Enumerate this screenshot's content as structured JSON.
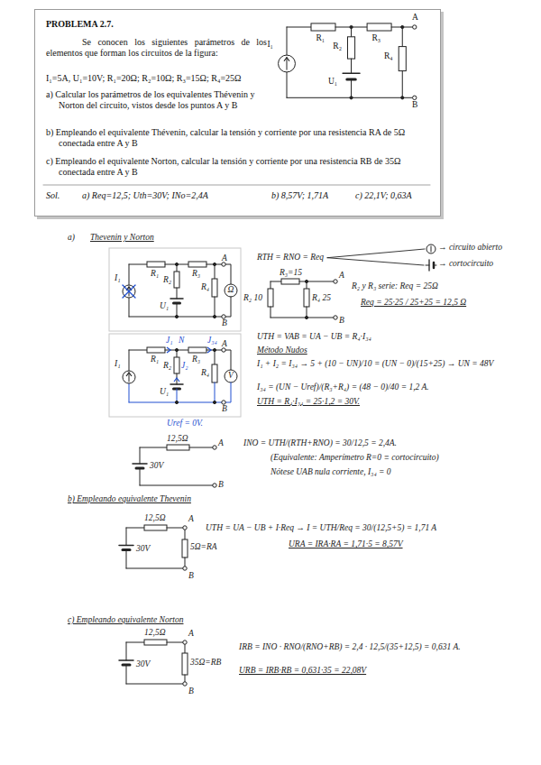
{
  "diagram": {
    "nodes": [
      {
        "text": [
          "PROBLEMA 2.7.",
          "Se conocen los siguientes parámetros de los elementos que forman los circuitos de la figura:",
          "I₁=5A, U₁=10V; R₁=20Ω; R₂=10Ω; R₃=15Ω; R₄=25Ω",
          "a) Calcular los parámetros de los equivalentes Thévenin y Norton del circuito, vistos desde los puntos A y B",
          "b) Empleando el equivalente Thévenin, calcular la tensión y corriente por una resistencia RA de 5Ω conectada entre A y B",
          "c) Empleando el equivalente Norton, calcular la tensión y corriente por una resistencia RB de 35Ω conectada entre A y B",
          "Sol.",
          "a) Req=12,5; Uth=30V; INo=2,4A",
          "b) 8,57V; 1,71A",
          "c) 22,1V; 0,63A"
        ]
      }
    ],
    "labels": [
      "R₁",
      "R₂",
      "R₃",
      "R₄",
      "I₁",
      "U₁",
      "A",
      "B",
      "a)",
      "Thevenin y Norton",
      "RTH = RNO = Req",
      "→ circuito abierto",
      "→ cortocircuito",
      "R₁",
      "R₂",
      "R₃",
      "R₄",
      "I₁",
      "U₁",
      "A",
      "B",
      "Ω",
      "R₃=15",
      "R₂ 10",
      "R₄ 25",
      "A",
      "B",
      "R₂ y R₃ serie: Req = 25Ω",
      "Req = 25·25 / 25+25 = 12,5 Ω",
      "R₁",
      "R₂",
      "R₃",
      "R₄",
      "I₁",
      "U₁",
      "A",
      "B",
      "V",
      "J₁",
      "J₂",
      "J₃₄",
      "N",
      "Uref = 0V.",
      "UTH = VAB = UA − UB = R₄·I₃₄",
      "Método Nudos",
      "I₁ + I₂ = I₃₄ → 5 + (10 − UN)/10 = (UN − 0)/(15+25) → UN = 48V",
      "I₃₄ = (UN − Uref)/(R₃+R₄) = (48 − 0)/40 = 1,2 A.",
      "UTH = R₄·I₃₄ = 25·1,2 = 30V.",
      "12,5Ω",
      "A",
      "B",
      "30V",
      "INO = UTH/(RTH+RNO) = 30/12,5 = 2,4A.",
      "(Equivalente: Amperímetro R=0 ≡ cortocircuito)",
      "Nótese UAB nula corriente, I₃₄ = 0",
      "b) Empleando equivalente Thevenin",
      "12,5Ω",
      "A",
      "B",
      "30V",
      "5Ω=RA",
      "UTH = UA − UB + I·Req → I = UTH/Req = 30/(12,5+5) = 1,71 A",
      "URA = IRA·RA = 1,71·5 = 8,57V",
      "c) Empleando equivalente Norton",
      "12,5Ω",
      "A",
      "B",
      "30V",
      "35Ω=RB",
      "IRB = INO · RNO/(RNO+RB) = 2,4 · 12,5/(35+12,5) = 0,631 A.",
      "URB = IRB·RB = 0,631·35 = 22,08V"
    ]
  }
}
